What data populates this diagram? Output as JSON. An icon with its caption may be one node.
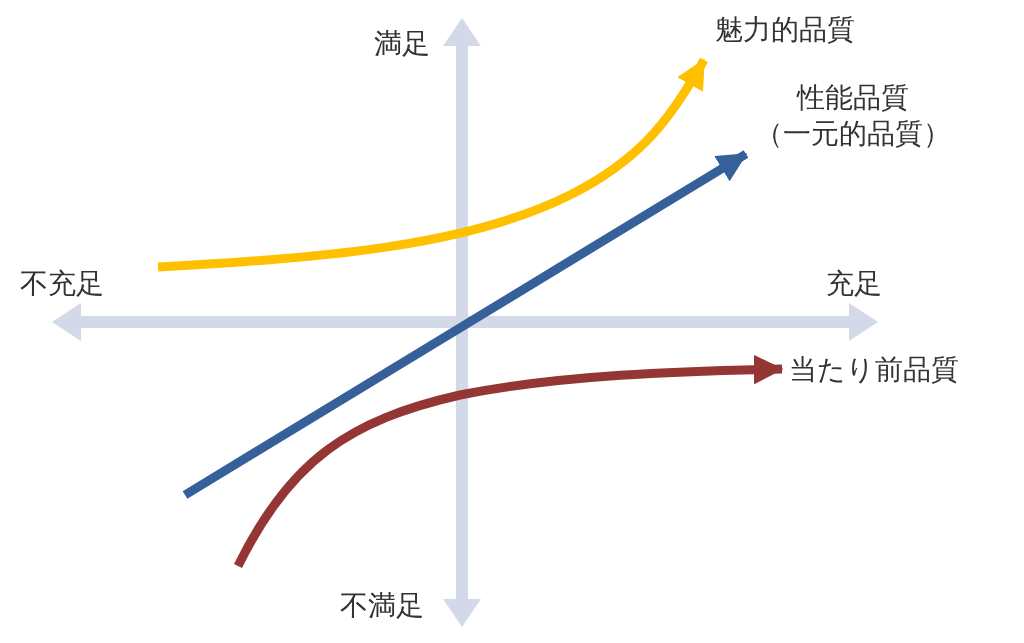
{
  "diagram": {
    "nodes": [
      {
        "text": [
          "魅力的品質"
        ]
      },
      {
        "text": [
          "性能品質（一元的品質）"
        ]
      },
      {
        "text": [
          "当たり前品質"
        ]
      }
    ],
    "edges": [
      {
        "from": null,
        "to": 0,
        "arrow": "to",
        "color": "#ffc000"
      },
      {
        "from": null,
        "to": 1,
        "arrow": "to",
        "color": "#36609a"
      },
      {
        "from": null,
        "to": 2,
        "arrow": "to",
        "color": "#943634"
      }
    ],
    "labels": [
      "満足",
      "不充足",
      "充足",
      "不満足"
    ]
  }
}
